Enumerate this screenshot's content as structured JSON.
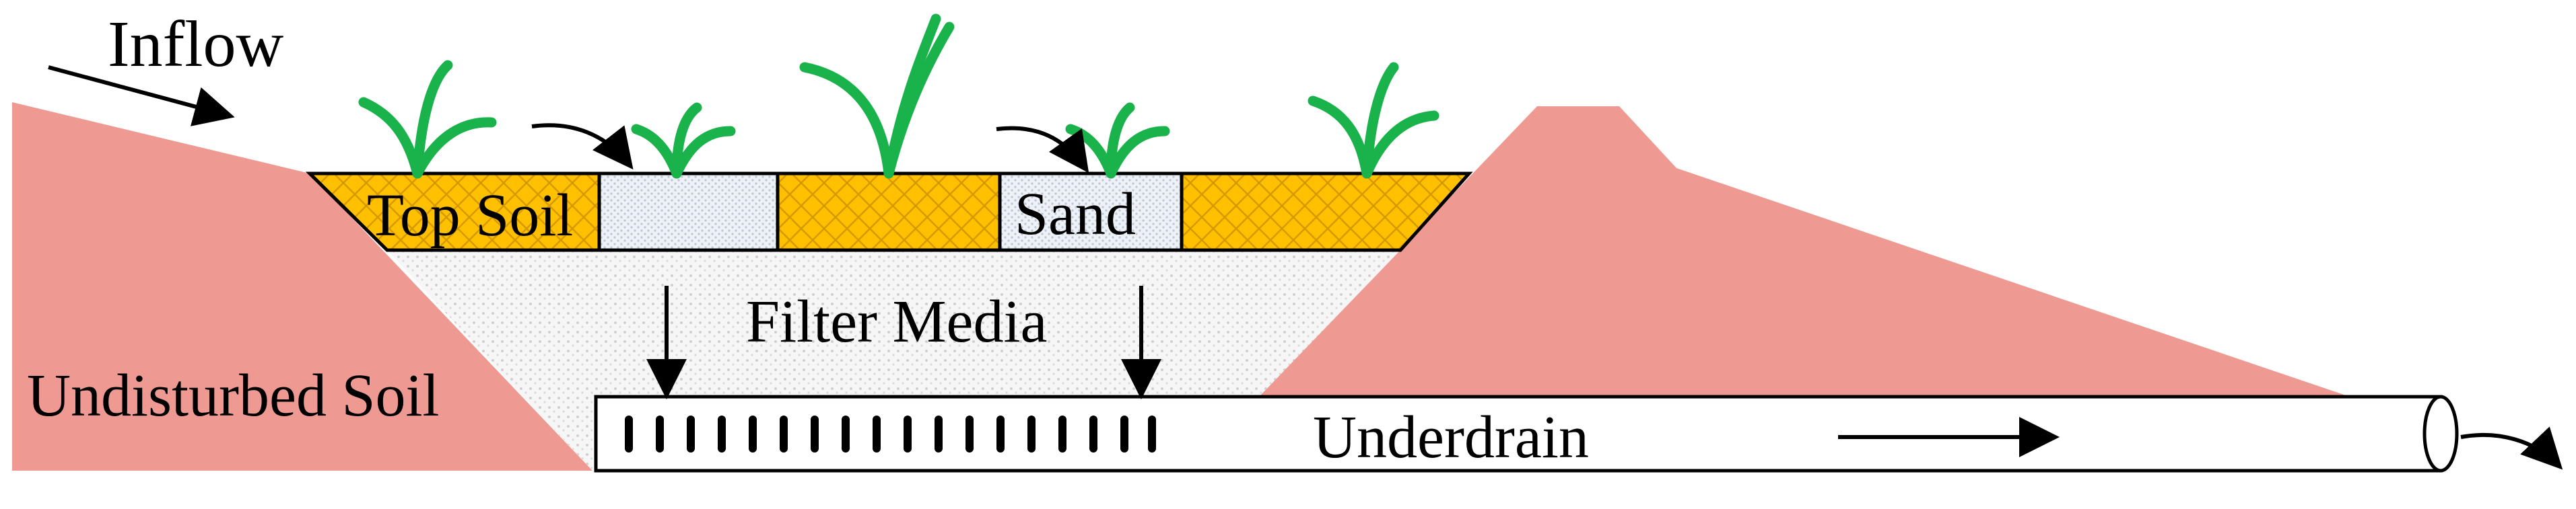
{
  "labels": {
    "inflow": "Inflow",
    "top_soil": "Top Soil",
    "sand": "Sand",
    "filter_media": "Filter Media",
    "undisturbed_soil": "Undisturbed Soil",
    "underdrain": "Underdrain"
  },
  "colors": {
    "soil": "#ee9a92",
    "top_soil": "#ffc000",
    "plant": "#1ab24a",
    "sand": "#eef2f6",
    "filter": "#f0f0f0",
    "outline": "#000000"
  },
  "icons": [
    "plant-icon",
    "arrow-icon",
    "perforation-slot-icon"
  ]
}
